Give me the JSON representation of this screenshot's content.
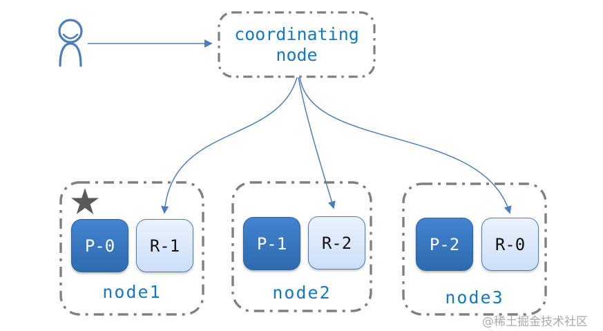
{
  "diagram": {
    "coordinating_node": {
      "label": "coordinating node"
    },
    "client": {
      "icon": "person-icon"
    },
    "nodes": [
      {
        "label": "node1",
        "primary_shard": "P-0",
        "replica_shard": "R-1",
        "starred": true
      },
      {
        "label": "node2",
        "primary_shard": "P-1",
        "replica_shard": "R-2",
        "starred": false
      },
      {
        "label": "node3",
        "primary_shard": "P-2",
        "replica_shard": "R-0",
        "starred": false
      }
    ],
    "watermark": "@稀土掘金技术社区",
    "colors": {
      "label_blue": "#1478C8",
      "arrow_blue": "#4A7EBB",
      "primary_shard_blue": "#3573BC",
      "replica_shard_light_blue": "#D9E7FA",
      "dashed_border_gray": "#7F7F7F",
      "star_gray": "#595959"
    }
  }
}
